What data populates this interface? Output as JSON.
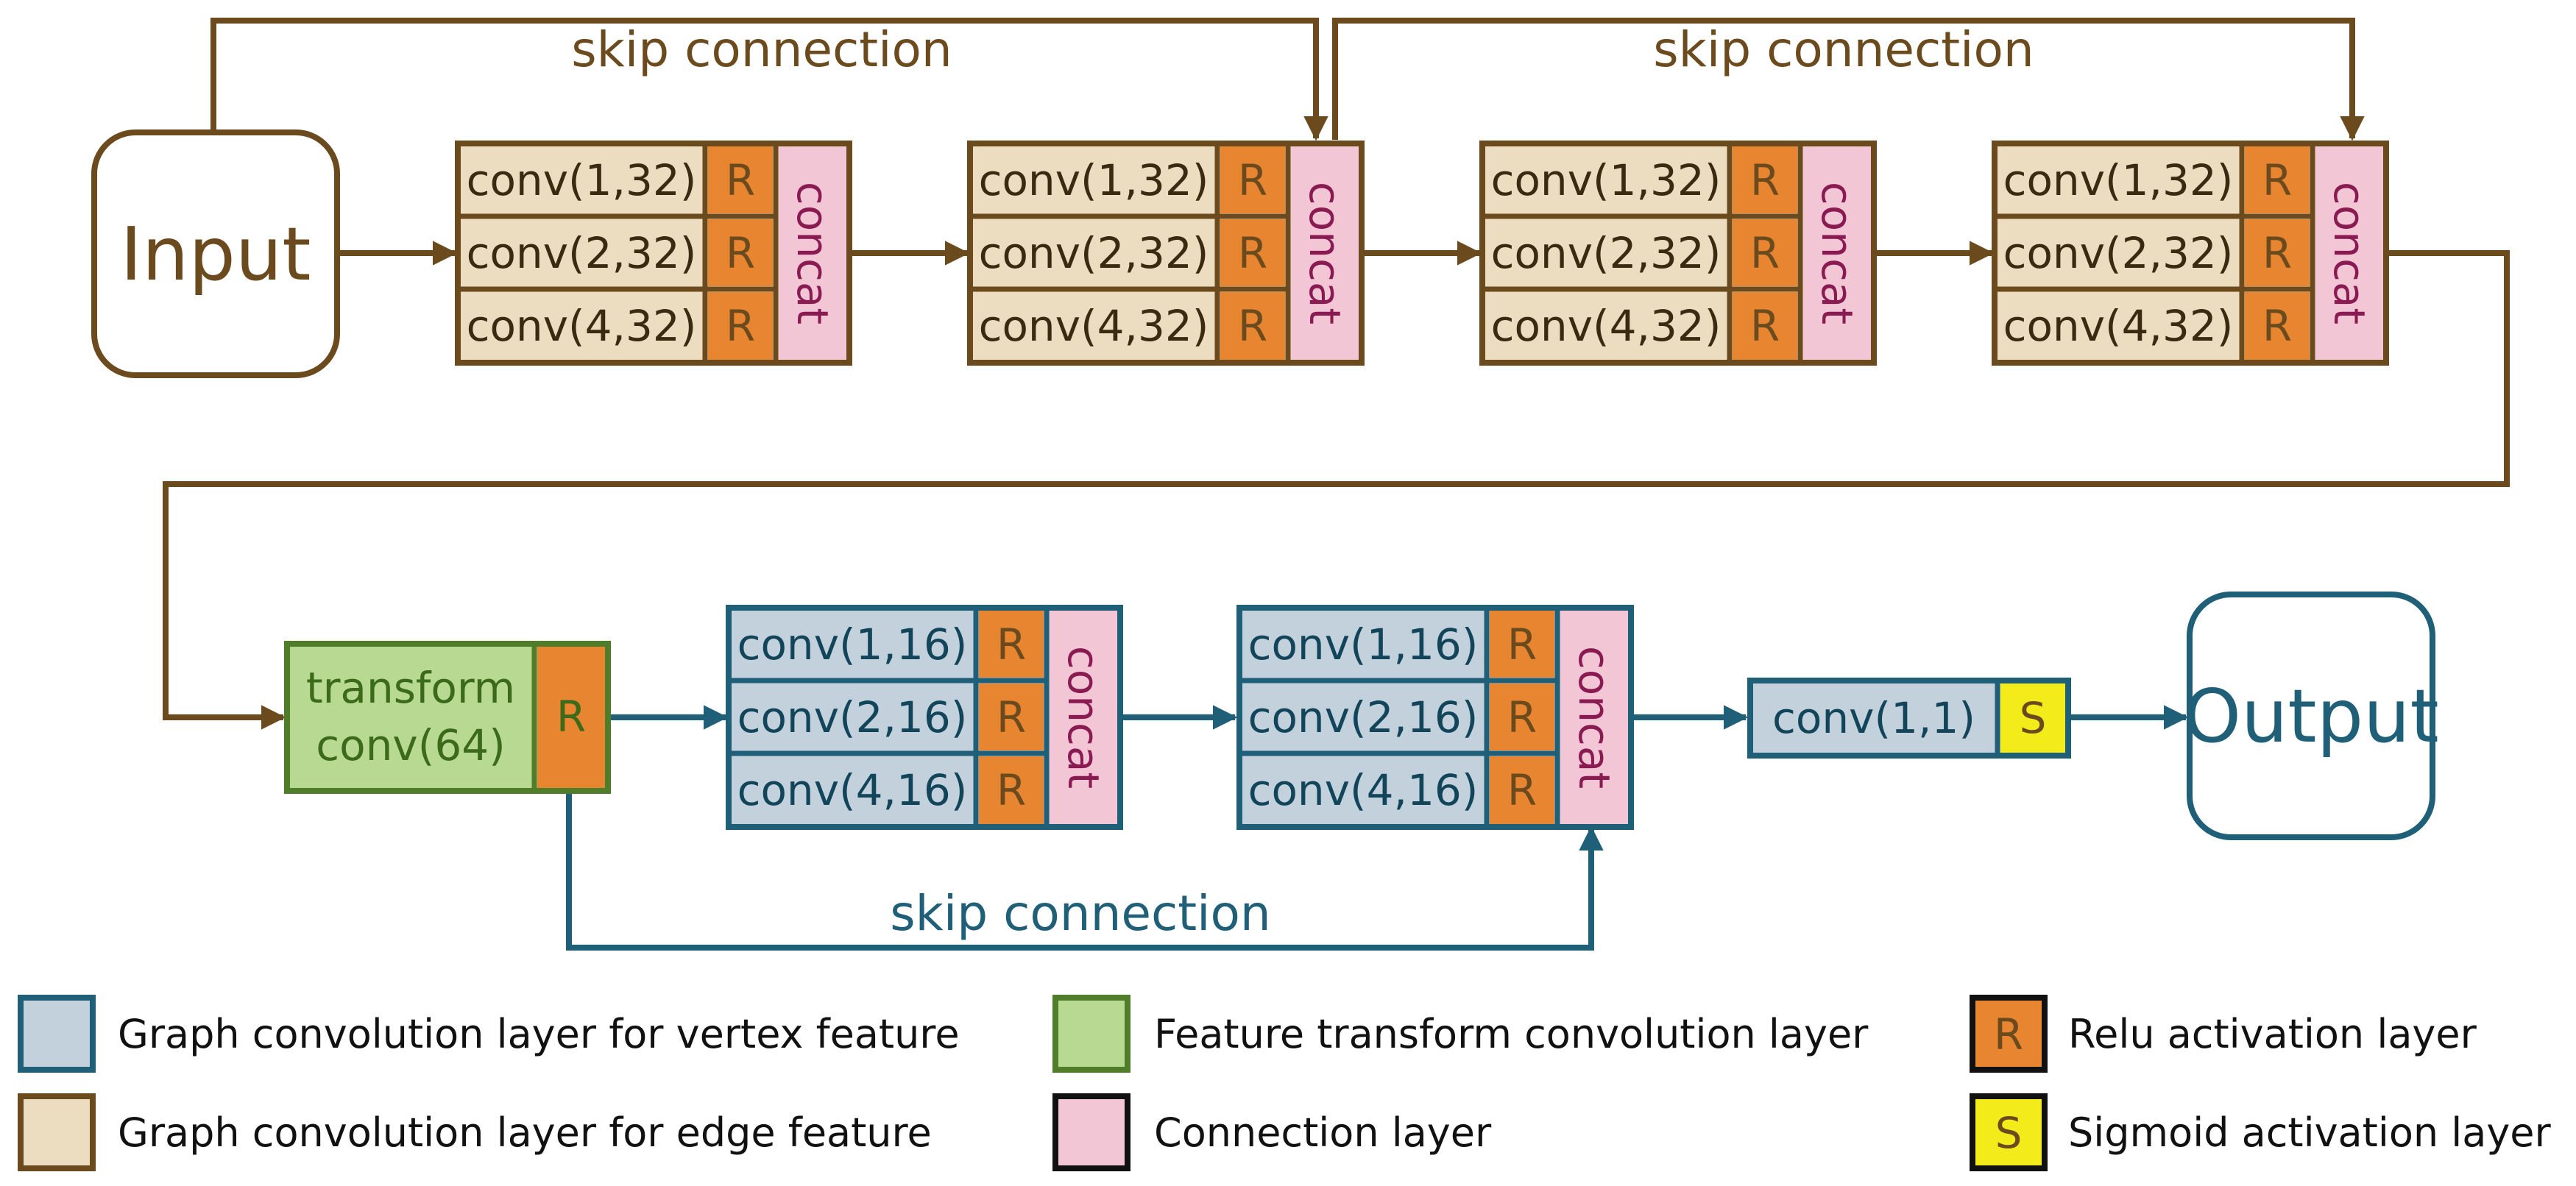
{
  "input_label": "Input",
  "output_label": "Output",
  "edge_blocks": [
    {
      "rows": [
        "conv(1,32)",
        "conv(2,32)",
        "conv(4,32)"
      ],
      "relu": [
        "R",
        "R",
        "R"
      ],
      "concat": "concat"
    },
    {
      "rows": [
        "conv(1,32)",
        "conv(2,32)",
        "conv(4,32)"
      ],
      "relu": [
        "R",
        "R",
        "R"
      ],
      "concat": "concat"
    },
    {
      "rows": [
        "conv(1,32)",
        "conv(2,32)",
        "conv(4,32)"
      ],
      "relu": [
        "R",
        "R",
        "R"
      ],
      "concat": "concat"
    },
    {
      "rows": [
        "conv(1,32)",
        "conv(2,32)",
        "conv(4,32)"
      ],
      "relu": [
        "R",
        "R",
        "R"
      ],
      "concat": "concat"
    }
  ],
  "transform_block": {
    "line1": "transform",
    "line2": "conv(64)",
    "relu": "R"
  },
  "vertex_blocks": [
    {
      "rows": [
        "conv(1,16)",
        "conv(2,16)",
        "conv(4,16)"
      ],
      "relu": [
        "R",
        "R",
        "R"
      ],
      "concat": "concat"
    },
    {
      "rows": [
        "conv(1,16)",
        "conv(2,16)",
        "conv(4,16)"
      ],
      "relu": [
        "R",
        "R",
        "R"
      ],
      "concat": "concat"
    }
  ],
  "final_block": {
    "conv": "conv(1,1)",
    "sigmoid": "S"
  },
  "skip_labels": [
    "skip connection",
    "skip connection",
    "skip connection"
  ],
  "legend": {
    "vertex": "Graph convolution layer for vertex feature",
    "edge": "Graph convolution layer for edge feature",
    "transform": "Feature transform convolution layer",
    "connection": "Connection layer",
    "relu_symbol": "R",
    "relu": "Relu activation layer",
    "sigmoid_symbol": "S",
    "sigmoid": "Sigmoid activation layer"
  },
  "colors": {
    "edge_line": "#6b4a1e",
    "vertex_line": "#1f5f78",
    "edge_fill": "#ecdcc0",
    "vertex_fill": "#c2d1dc",
    "transform_fill": "#b8d991",
    "transform_line": "#4f7d2a",
    "relu_fill": "#e88530",
    "sigmoid_fill": "#f4ec1a",
    "concat_fill": "#f3c6d5",
    "concat_text": "#8a1a52"
  }
}
